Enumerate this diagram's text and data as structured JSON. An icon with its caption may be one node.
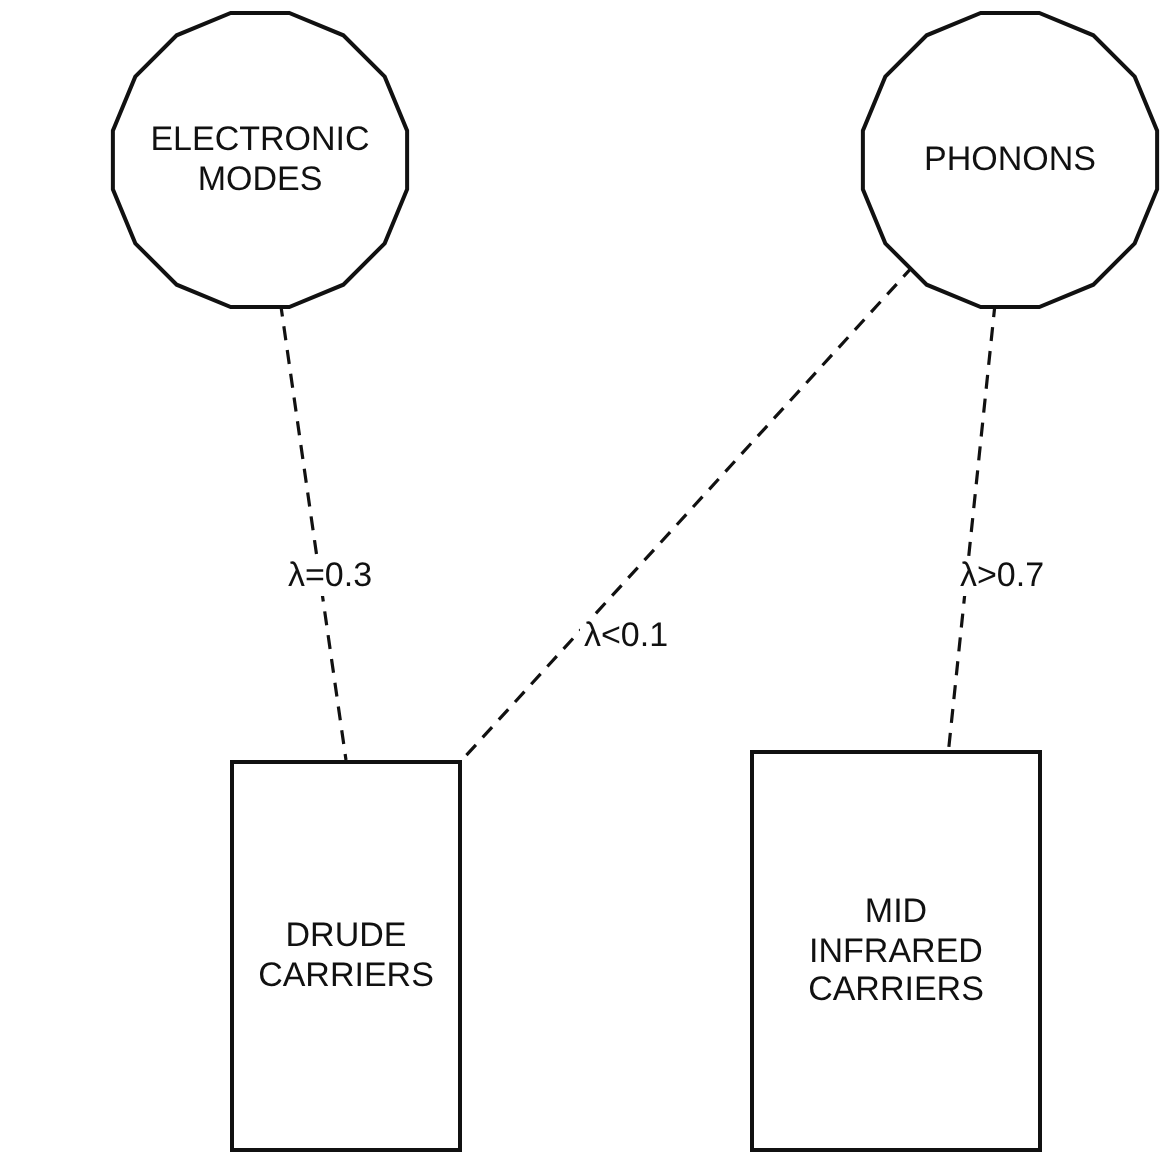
{
  "diagram": {
    "nodes": [
      {
        "text": [
          "ELECTRONIC MODES"
        ]
      },
      {
        "text": [
          "PHONONS"
        ]
      },
      {
        "text": [
          "DRUDE CARRIERS"
        ]
      },
      {
        "text": [
          "MID INFRARED CARRIERS"
        ]
      }
    ],
    "edges": [
      {
        "from": 0,
        "to": 2,
        "arrow": "none",
        "style": "dashed",
        "label": "λ=0.3"
      },
      {
        "from": 1,
        "to": 2,
        "arrow": "none",
        "style": "dashed",
        "label": "λ<0.1"
      },
      {
        "from": 1,
        "to": 3,
        "arrow": "none",
        "style": "dashed",
        "label": "λ>0.7"
      }
    ]
  }
}
